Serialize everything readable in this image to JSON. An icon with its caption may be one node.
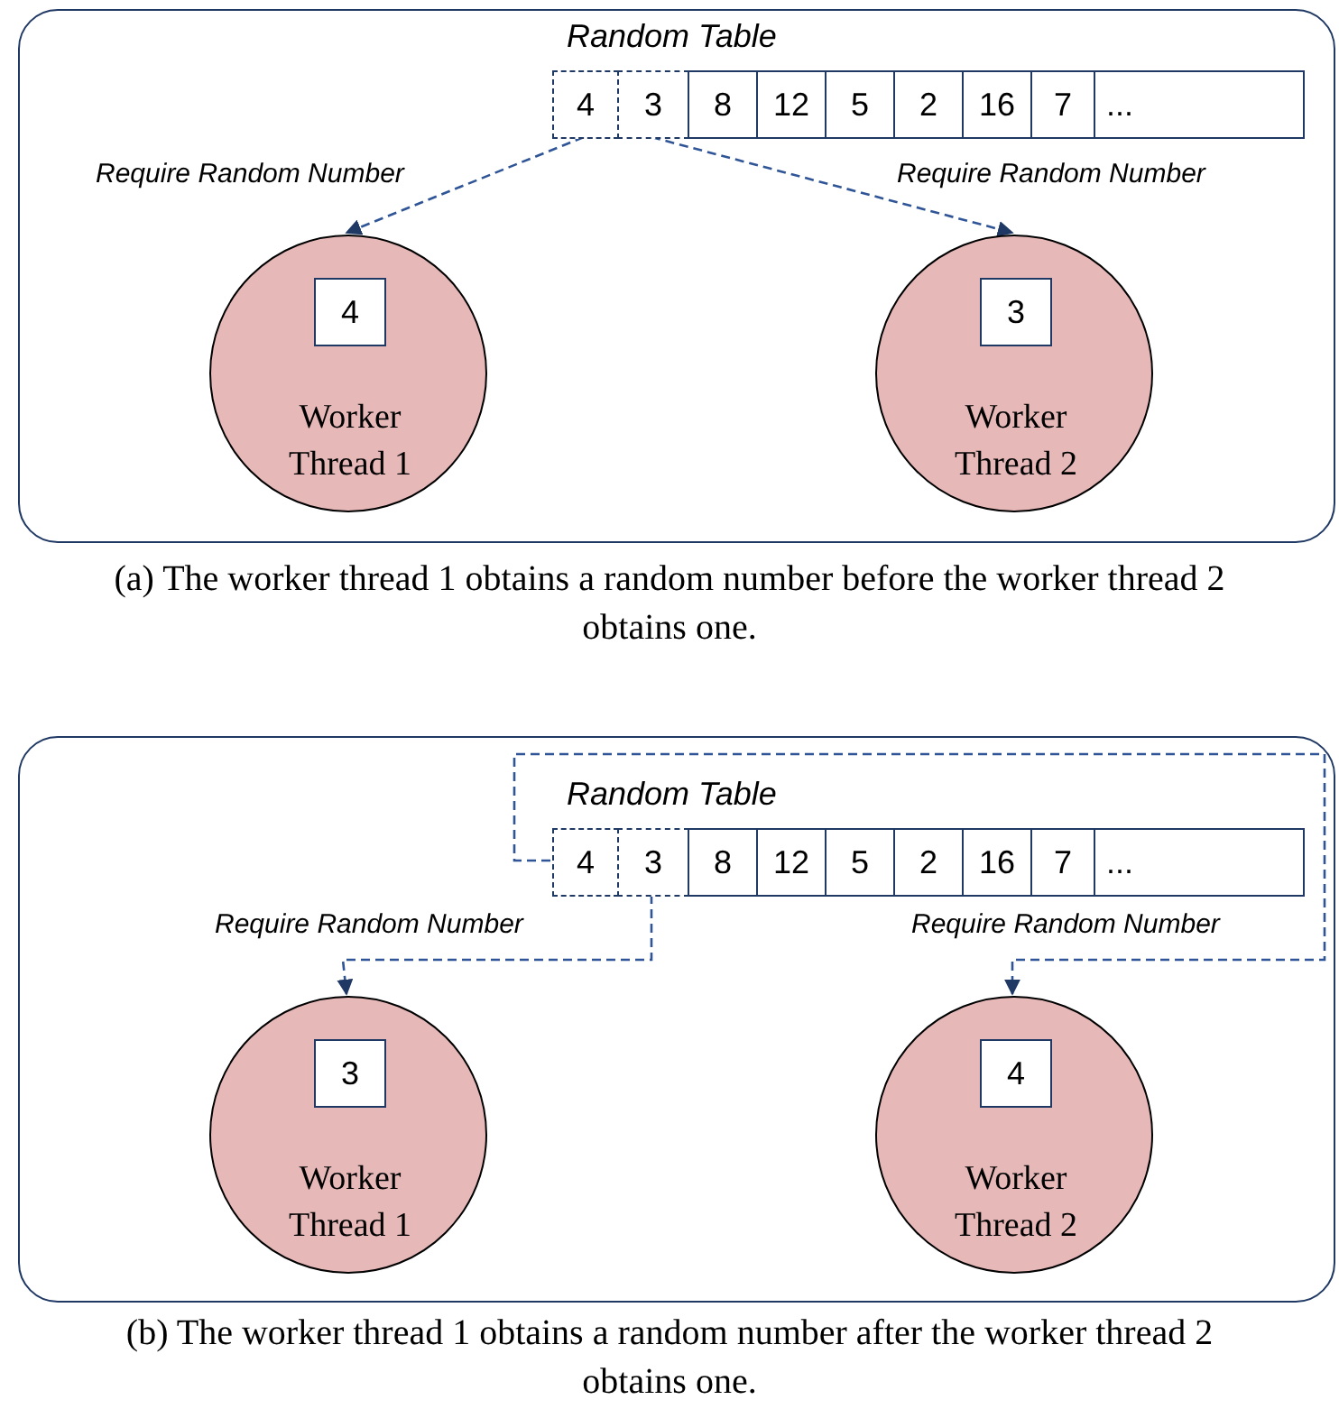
{
  "diagram": {
    "nodes": [
      {
        "text": [],
        "shape": "box"
      },
      {
        "text": [
          "Random Table"
        ],
        "in": 0
      },
      {
        "text": [
          "4"
        ],
        "in": 1
      },
      {
        "text": [
          "3"
        ],
        "in": 1
      },
      {
        "text": [
          "8"
        ],
        "in": 1
      },
      {
        "text": [
          "12"
        ],
        "in": 1
      },
      {
        "text": [
          "5"
        ],
        "in": 1
      },
      {
        "text": [
          "2"
        ],
        "in": 1
      },
      {
        "text": [
          "16"
        ],
        "in": 1
      },
      {
        "text": [
          "7"
        ],
        "in": 1
      },
      {
        "text": [
          "..."
        ],
        "in": 1
      },
      {
        "text": [
          "Worker Thread 1"
        ],
        "in": 0
      },
      {
        "text": [
          "4"
        ],
        "in": 11
      },
      {
        "text": [
          "Worker Thread 2"
        ],
        "in": 0
      },
      {
        "text": [
          "3"
        ],
        "in": 13
      },
      {
        "text": [],
        "shape": "box"
      },
      {
        "text": [
          "Random Table"
        ],
        "in": 15
      },
      {
        "text": [
          "4"
        ],
        "in": 16
      },
      {
        "text": [
          "3"
        ],
        "in": 16
      },
      {
        "text": [
          "8"
        ],
        "in": 16
      },
      {
        "text": [
          "12"
        ],
        "in": 16
      },
      {
        "text": [
          "5"
        ],
        "in": 16
      },
      {
        "text": [
          "2"
        ],
        "in": 16
      },
      {
        "text": [
          "16"
        ],
        "in": 16
      },
      {
        "text": [
          "7"
        ],
        "in": 16
      },
      {
        "text": [
          "..."
        ],
        "in": 16
      },
      {
        "text": [
          "Worker Thread 1"
        ],
        "in": 15
      },
      {
        "text": [
          "3"
        ],
        "in": 26
      },
      {
        "text": [
          "Worker Thread 2"
        ],
        "in": 15
      },
      {
        "text": [
          "4"
        ],
        "in": 28
      }
    ],
    "edges": [
      {
        "from": 2,
        "to": 11,
        "arrow": "to",
        "label": "Require Random Number",
        "style": "dashed"
      },
      {
        "from": 3,
        "to": 13,
        "arrow": "to",
        "label": "Require Random Number",
        "style": "dashed"
      },
      {
        "from": 18,
        "to": 26,
        "arrow": "to",
        "label": "Require Random Number",
        "style": "dashed"
      },
      {
        "from": 17,
        "to": 28,
        "arrow": "to",
        "label": "Require Random Number",
        "style": "dashed"
      }
    ],
    "labels": [
      "(a) The worker thread 1 obtains a random number before the worker thread 2 obtains one.",
      "(b) The worker thread 1 obtains a random number after the worker thread 2 obtains one."
    ]
  }
}
